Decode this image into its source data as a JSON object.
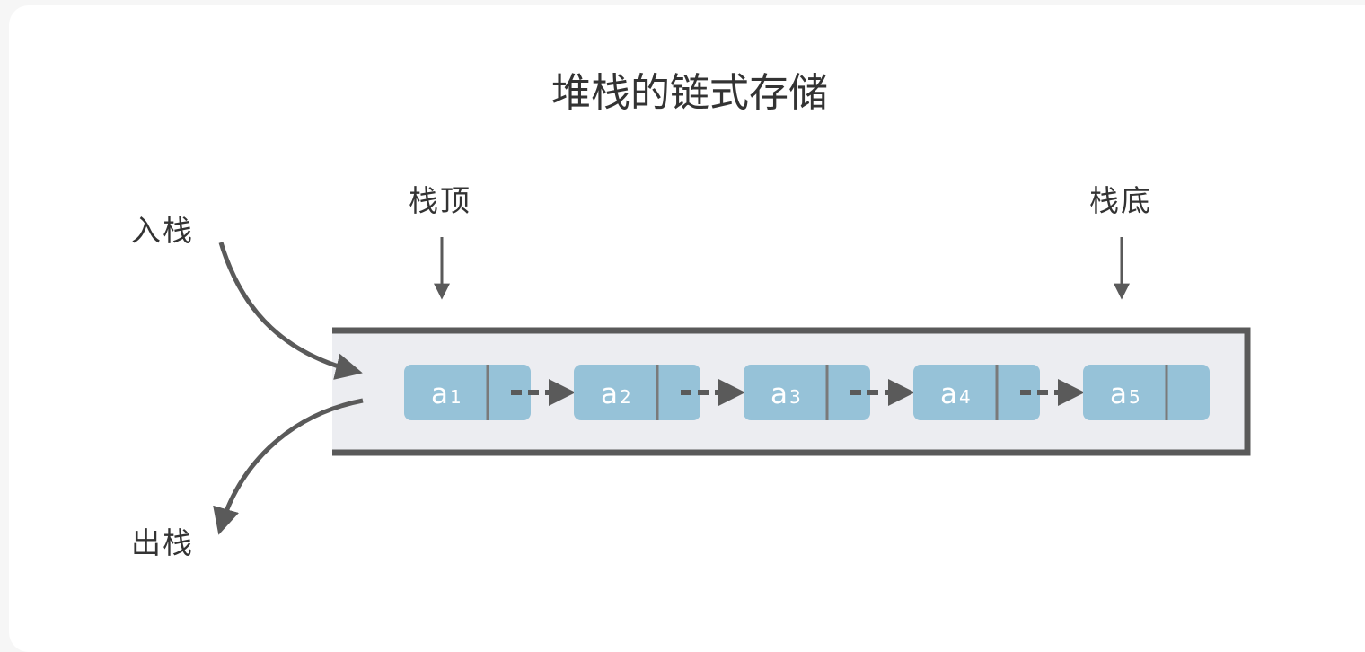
{
  "title": "堆栈的链式存储",
  "labels": {
    "push": "入栈",
    "pop": "出栈",
    "top": "栈顶",
    "bottom": "栈底"
  },
  "nodes": [
    {
      "letter": "a",
      "index": "1"
    },
    {
      "letter": "a",
      "index": "2"
    },
    {
      "letter": "a",
      "index": "3"
    },
    {
      "letter": "a",
      "index": "4"
    },
    {
      "letter": "a",
      "index": "5"
    }
  ],
  "colors": {
    "node_fill": "#96c2d8",
    "container_fill": "#ecedf1",
    "stroke": "#5a5a5a",
    "text": "#333333"
  }
}
